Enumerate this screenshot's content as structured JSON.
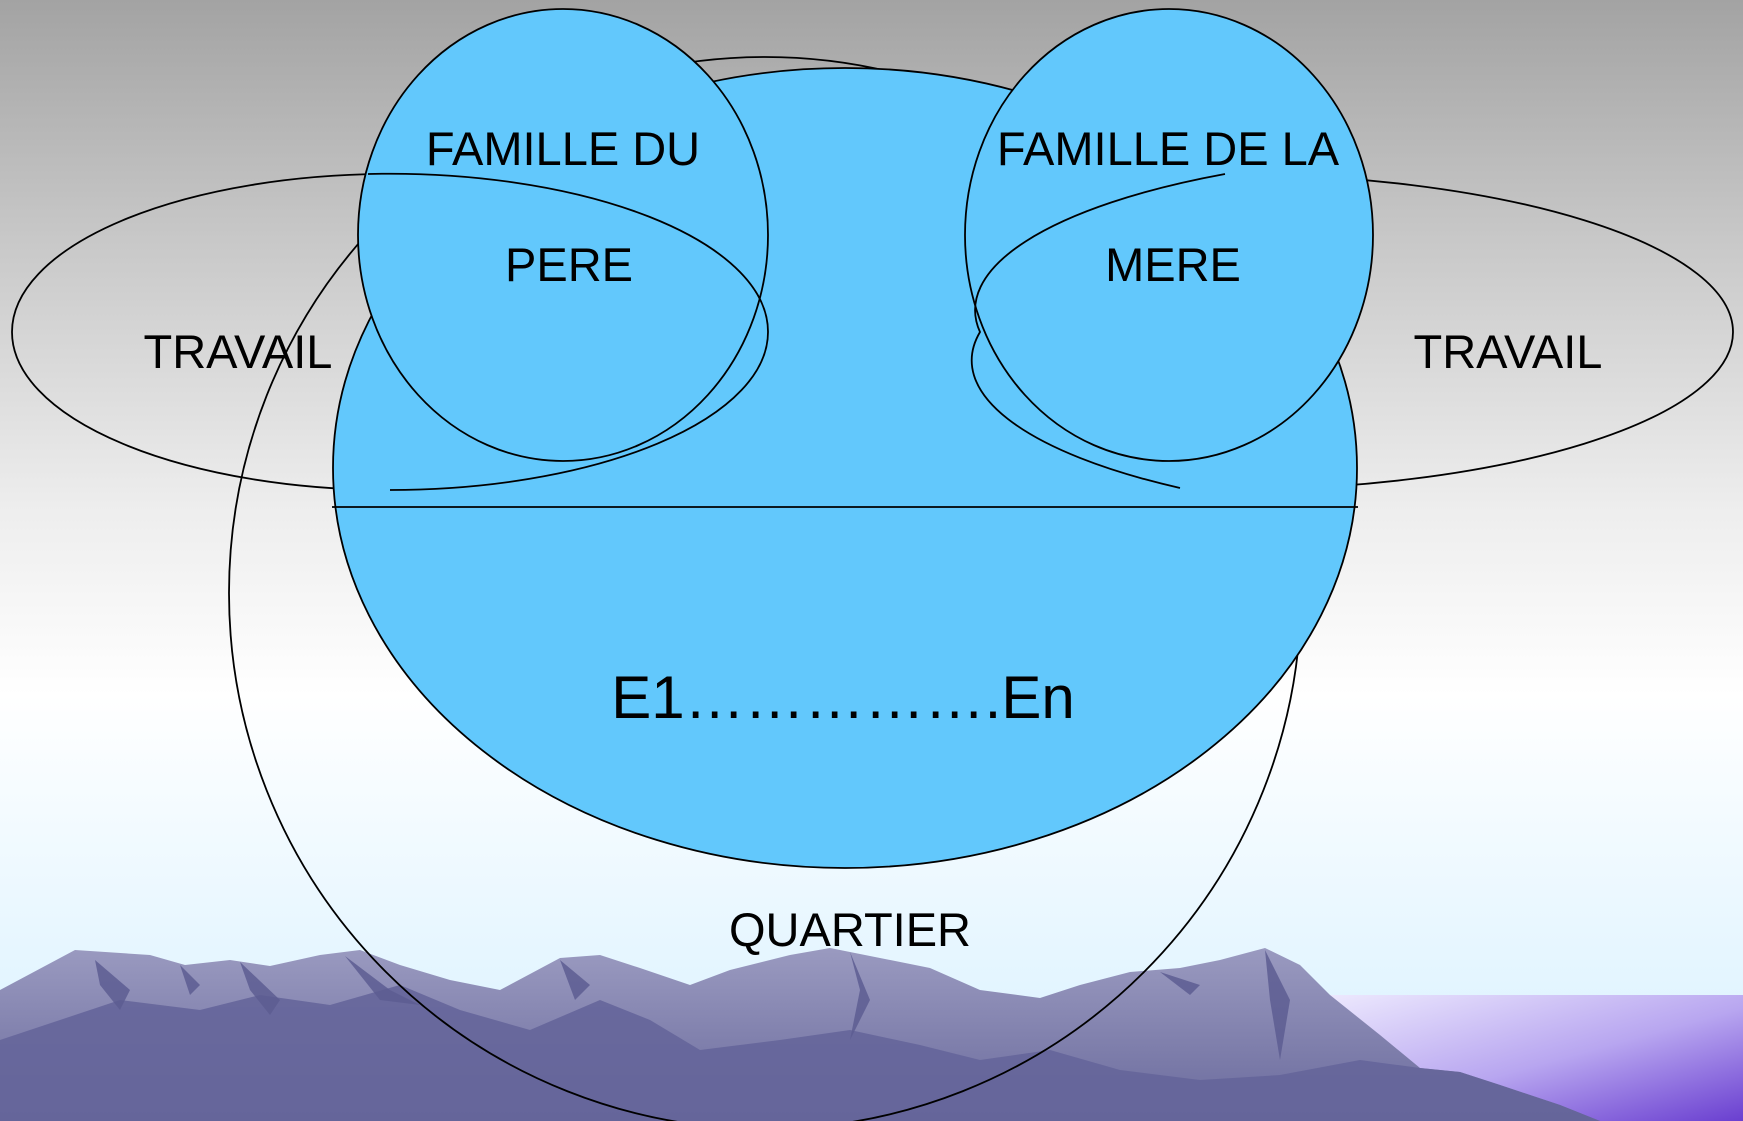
{
  "labels": {
    "famille_pere_line1": "FAMILLE DU",
    "famille_pere_line2": "PERE",
    "famille_mere_line1": "FAMILLE DE LA",
    "famille_mere_line2": "MERE",
    "travail_left": "TRAVAIL",
    "travail_right": "TRAVAIL",
    "enfants": "E1…………….En",
    "quartier": "QUARTIER"
  },
  "colors": {
    "family_fill": "#62c8fc",
    "stroke": "#000000",
    "mountain_dark": "#68689a",
    "mountain_light": "#9090b8"
  }
}
